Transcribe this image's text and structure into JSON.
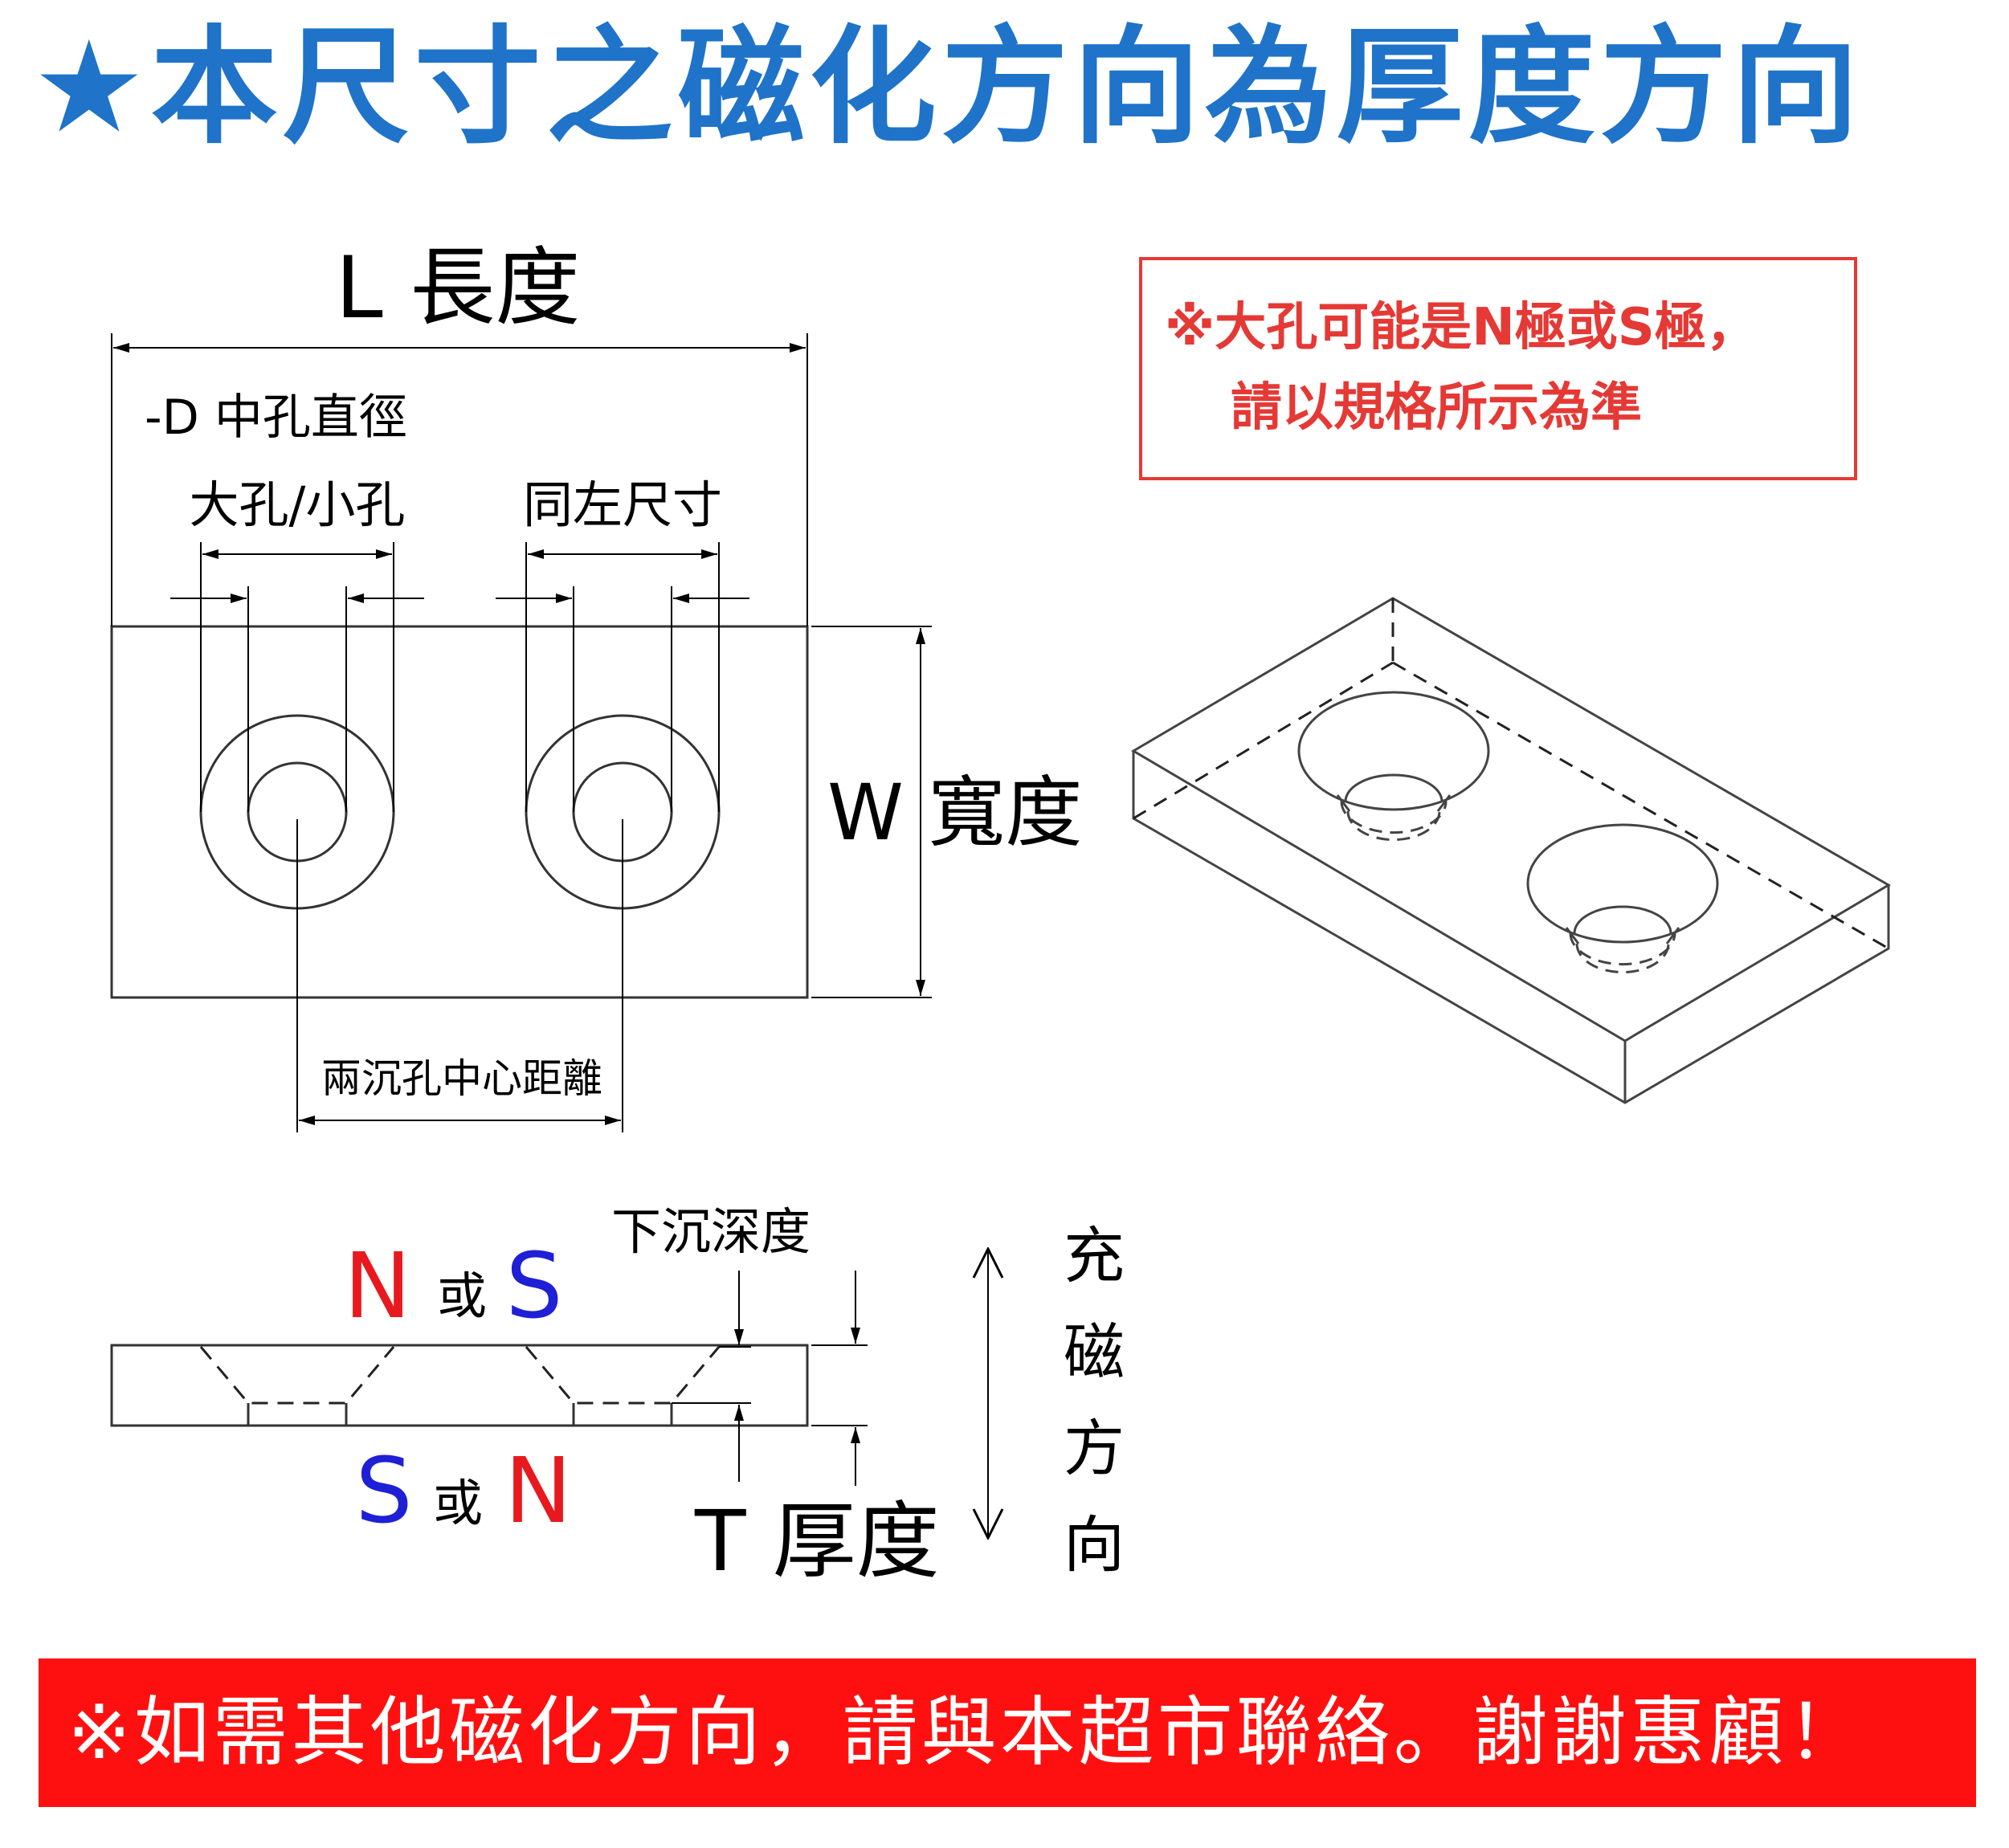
{
  "title": "★本尺寸之磁化方向為厚度方向",
  "note": {
    "line1": "※大孔可能是N極或S極，",
    "line2": "請以規格所示為準"
  },
  "top_view": {
    "length_label": "L 長度",
    "hole_diameter_label": "-D 中孔直徑",
    "big_small_hole_label": "大孔/小孔",
    "same_as_left_label": "同左尺寸",
    "width_label": "W 寬度",
    "center_distance_label": "兩沉孔中心距離"
  },
  "side_view": {
    "top_pole": {
      "a": "N",
      "sep": "或",
      "b": "S"
    },
    "bottom_pole": {
      "a": "S",
      "sep": "或",
      "b": "N"
    },
    "countersink_depth_label": "下沉深度",
    "thickness_label": "T 厚度",
    "magnetization_label": [
      "充",
      "磁",
      "方",
      "向"
    ]
  },
  "colors": {
    "title_blue": "#1f73c9",
    "note_red": "#e53935",
    "footer_red": "#ff1010",
    "pole_n_red": "#e8191e",
    "pole_s_blue": "#1f1fd6"
  },
  "footer": "※如需其他磁化方向，請與本超市聯絡。謝謝惠顧！"
}
